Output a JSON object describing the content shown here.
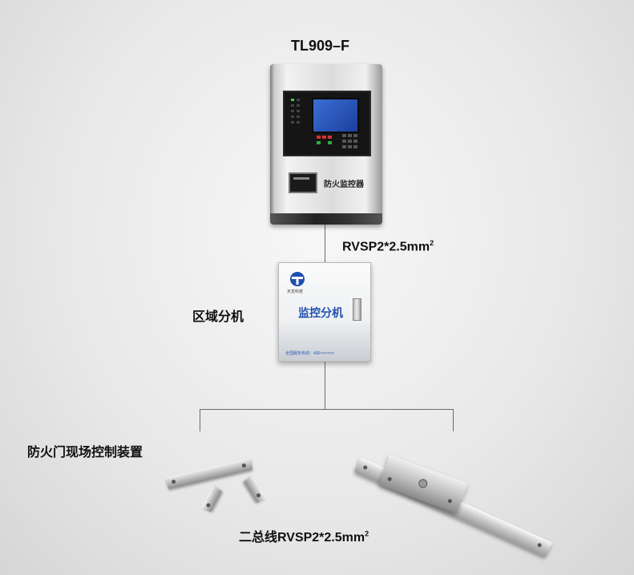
{
  "devices": {
    "controller": {
      "model_label": "TL909–F",
      "cabinet_text": "防火监控器"
    },
    "zone_unit": {
      "label": "区域分机",
      "panel_title": "监控分机",
      "company_text": "天龙科技",
      "footer_text": "全国服务热线：400××××××"
    },
    "field_devices": {
      "label": "防火门现场控制装置"
    }
  },
  "connections": {
    "upper_cable": {
      "text": "RVSP2*2.5mm",
      "sup": "2"
    },
    "lower_cable": {
      "text": "二总线RVSP2*2.5mm",
      "sup": "2"
    }
  }
}
